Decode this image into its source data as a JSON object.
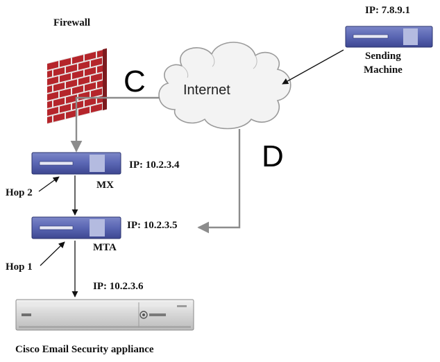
{
  "firewall": {
    "label": "Firewall",
    "icon": "firewall-icon"
  },
  "internet": {
    "label": "Internet",
    "icon": "cloud-icon"
  },
  "sending_machine": {
    "ip": "IP: 7.8.9.1",
    "label_line1": "Sending",
    "label_line2": "Machine",
    "icon": "server-icon"
  },
  "mx": {
    "ip": "IP: 10.2.3.4",
    "label": "MX",
    "icon": "server-icon"
  },
  "mta": {
    "ip": "IP: 10.2.3.5",
    "label": "MTA",
    "icon": "server-icon"
  },
  "appliance": {
    "ip": "IP: 10.2.3.6",
    "label": "Cisco Email Security appliance",
    "icon": "appliance-icon"
  },
  "hops": {
    "hop2": "Hop 2",
    "hop1": "Hop 1"
  },
  "paths": {
    "c": "C",
    "d": "D"
  },
  "colors": {
    "brick": "#b5252b",
    "mortar": "#e8e4e4",
    "server_body": "#5a66b3",
    "server_light": "#b4bbe0",
    "line_gray": "#8c8c8c",
    "cloud_fill": "#f3f3f3",
    "cloud_stroke": "#9a9a9a"
  }
}
